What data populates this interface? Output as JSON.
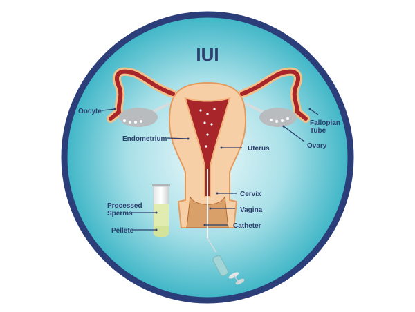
{
  "title": "IUI",
  "labels": {
    "oocyte": "Oocyte",
    "fallopian_tube_1": "Fallopian",
    "fallopian_tube_2": "Tube",
    "ovary": "Ovary",
    "endometrium": "Endometrium",
    "uterus": "Uterus",
    "cervix": "Cervix",
    "vagina": "Vagina",
    "catheter": "Catheter",
    "processed_sperms_1": "Processed",
    "processed_sperms_2": "Sperms",
    "pellete": "Pellete"
  },
  "colors": {
    "border": "#2c3e7a",
    "background_center": "#e6f7f9",
    "background_edge": "#3db5c6",
    "tissue": "#f7cfa6",
    "endometrium": "#a8262a",
    "ovary": "#b9bcbe"
  }
}
